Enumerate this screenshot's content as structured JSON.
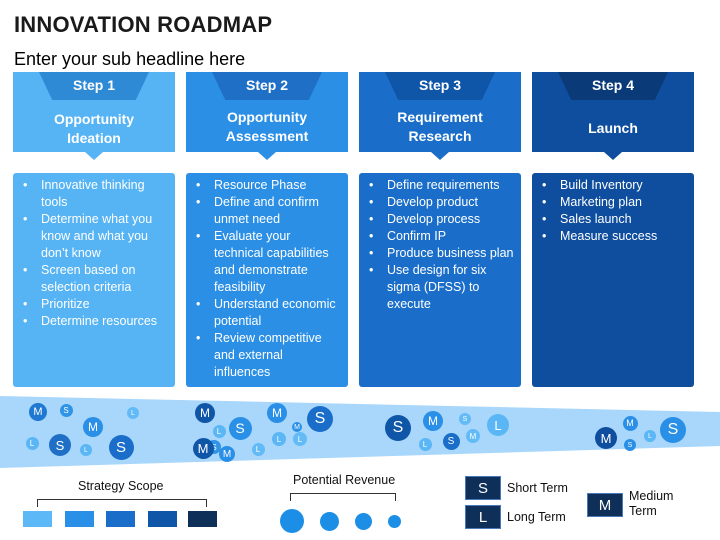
{
  "header": {
    "title": "INNOVATION ROADMAP",
    "subtitle": "Enter your sub headline here"
  },
  "colors": {
    "step1": "#56b4f5",
    "step2": "#2b8fe6",
    "step3": "#1a6ec9",
    "step4": "#0f4e9e",
    "band": "#a8d7fb",
    "legend_dark": "#0e2f57"
  },
  "steps": [
    {
      "label": "Step 1",
      "name": [
        "Opportunity",
        "Ideation"
      ],
      "items": [
        "Innovative thinking tools",
        "Determine what you know and what you don’t know",
        "Screen based on selection criteria",
        "Prioritize",
        "Determine resources"
      ]
    },
    {
      "label": "Step 2",
      "name": [
        "Opportunity",
        "Assessment"
      ],
      "items": [
        "Resource Phase",
        "Define and confirm unmet need",
        "Evaluate your technical capabilities and demonstrate feasibility",
        "Understand economic potential",
        "Review competitive and external influences"
      ]
    },
    {
      "label": "Step 3",
      "name": [
        "Requirement",
        "Research"
      ],
      "items": [
        "Define requirements",
        "Develop product",
        "Develop process",
        "Confirm IP",
        "Produce business plan",
        "Use design for six sigma (DFSS) to execute"
      ]
    },
    {
      "label": "Step 4",
      "name": [
        "Launch"
      ],
      "items": [
        "Build Inventory",
        "Marketing plan",
        "Sales launch",
        "Measure success"
      ]
    }
  ],
  "bubbles": [
    {
      "group": 1,
      "items": [
        {
          "t": "M"
        },
        {
          "t": "S"
        },
        {
          "t": "M"
        },
        {
          "t": "L"
        },
        {
          "t": "L"
        },
        {
          "t": "S"
        },
        {
          "t": "L"
        },
        {
          "t": "S"
        }
      ]
    },
    {
      "group": 2,
      "items": [
        {
          "t": "M"
        },
        {
          "t": "S"
        },
        {
          "t": "M"
        },
        {
          "t": "S"
        },
        {
          "t": "L"
        },
        {
          "t": "S"
        },
        {
          "t": "M"
        },
        {
          "t": "L"
        },
        {
          "t": "L"
        },
        {
          "t": "M"
        },
        {
          "t": "M"
        },
        {
          "t": "L"
        }
      ]
    },
    {
      "group": 3,
      "items": [
        {
          "t": "S"
        },
        {
          "t": "M"
        },
        {
          "t": "S"
        },
        {
          "t": "L"
        },
        {
          "t": "L"
        },
        {
          "t": "S"
        },
        {
          "t": "M"
        }
      ]
    },
    {
      "group": 4,
      "items": [
        {
          "t": "M"
        },
        {
          "t": "M"
        },
        {
          "t": "L"
        },
        {
          "t": "S"
        },
        {
          "t": "S"
        }
      ]
    }
  ],
  "legend": {
    "strategy_scope": "Strategy Scope",
    "potential_revenue": "Potential Revenue",
    "short": {
      "letter": "S",
      "label": "Short Term"
    },
    "long": {
      "letter": "L",
      "label": "Long Term"
    },
    "medium": {
      "letter": "M",
      "label": "Medium Term"
    }
  }
}
